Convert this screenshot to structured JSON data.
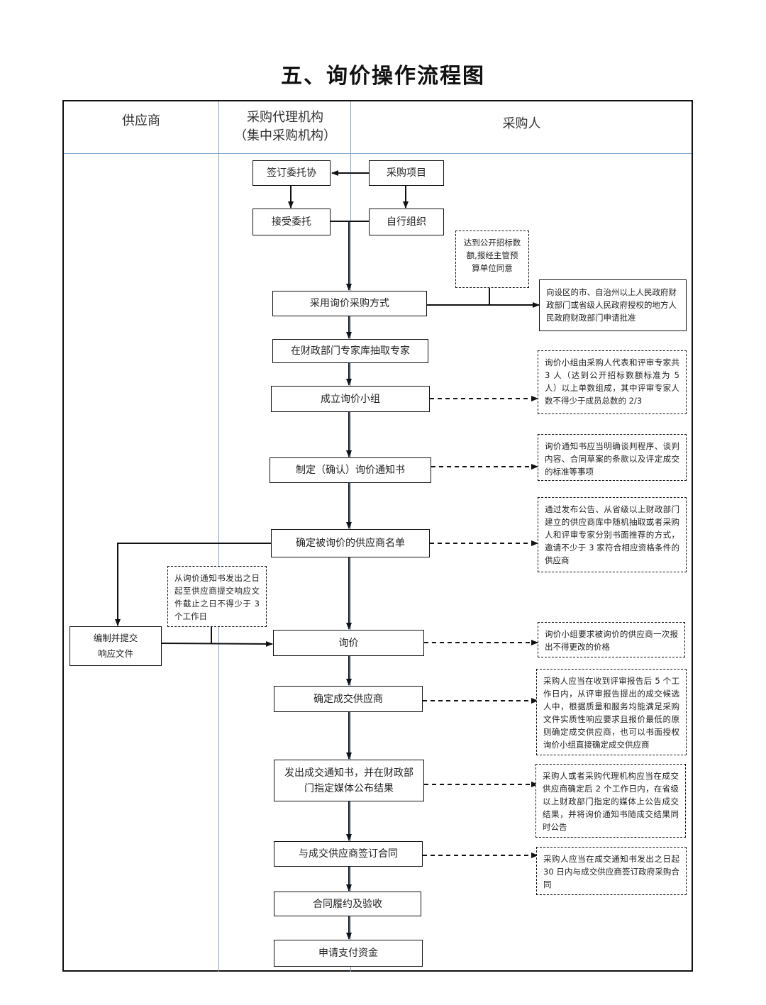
{
  "title": "五、询价操作流程图",
  "lanes": {
    "supplier": "供应商",
    "agency_line1": "采购代理机构",
    "agency_line2": "（集中采购机构）",
    "purchaser": "采购人"
  },
  "steps": {
    "sign_commission": "签订委托协",
    "purchase_project": "采购项目",
    "accept_commission": "接受委托",
    "self_organize": "自行组织",
    "adopt_inquiry": "采用询价采购方式",
    "extract_experts": "在财政部门专家库抽取专家",
    "form_group": "成立询价小组",
    "make_notice": "制定（确认）询价通知书",
    "confirm_suppliers": "确定被询价的供应商名单",
    "prepare_response_line1": "编制并提交",
    "prepare_response_line2": "响应文件",
    "inquiry": "询价",
    "confirm_winner": "确定成交供应商",
    "issue_notice_line1": "发出成交通知书，并在财政部",
    "issue_notice_line2": "门指定媒体公布结果",
    "sign_contract": "与成交供应商签订合同",
    "perform_accept": "合同履约及验收",
    "apply_payment": "申请支付资金"
  },
  "notes": {
    "public_bid_threshold": "达到公开招标数额,报经主管预算单位同意",
    "approval": "向设区的市、自治州以上人民政府财政部门或省级人民政府授权的地方人民政府财政部门申请批准",
    "group_composition": "询价小组由采购人代表和评审专家共 3 人（达到公开招标数额标准为 5 人）以上单数组成，其中评审专家人数不得少于成员总数的 2/3",
    "notice_content": "询价通知书应当明确谈判程序、谈判内容、合同草案的条款以及评定成交的标准等事项",
    "supplier_selection": "通过发布公告、从省级以上财政部门建立的供应商库中随机抽取或者采购人和评审专家分别书面推荐的方式，邀请不少于 3 家符合相应资格条件的供应商",
    "response_period": "从询价通知书发出之日起至供应商提交响应文件截止之日不得少于 3 个工作日",
    "one_quote": "询价小组要求被询价的供应商一次报出不得更改的价格",
    "determine_winner": "采购人应当在收到评审报告后 5 个工作日内，从评审报告提出的成交候选人中，根据质量和服务均能满足采购文件实质性响应要求且报价最低的原则确定成交供应商，也可以书面授权询价小组直接确定成交供应商",
    "publish_result": "采购人或者采购代理机构应当在成交供应商确定后 2 个工作日内，在省级以上财政部门指定的媒体上公告成交结果，并将询价通知书随成交结果同时公告",
    "contract_deadline": "采购人应当在成交通知书发出之日起 30 日内与成交供应商签订政府采购合同"
  },
  "colors": {
    "lane_lines": "#7fa6c9",
    "stroke": "#111111"
  }
}
